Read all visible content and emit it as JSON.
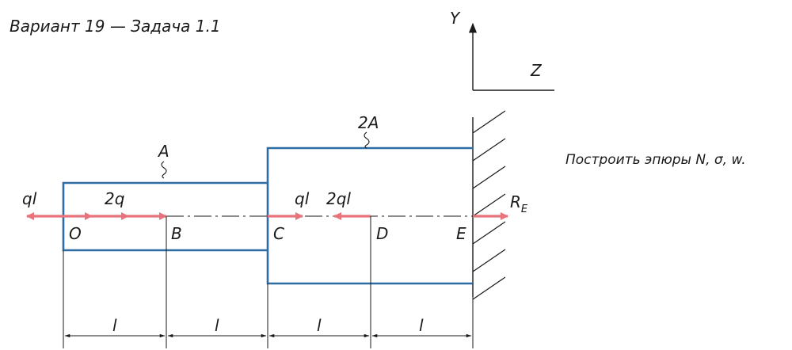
{
  "title": "Вариант 19 — Задача 1.1",
  "task": "Построить эпюры N, σ, w.",
  "axes": {
    "y": "Y",
    "z": "Z"
  },
  "areas": {
    "small": "A",
    "large": "2A"
  },
  "points": {
    "o": "O",
    "b": "B",
    "c": "C",
    "d": "D",
    "e": "E"
  },
  "loads": {
    "left_force": "ql",
    "distributed": "2q",
    "force_at_c": "ql",
    "force_at_d": "2ql",
    "reaction_main": "R",
    "reaction_sub": "E"
  },
  "dims": [
    "l",
    "l",
    "l",
    "l"
  ],
  "colors": {
    "beam": "#2e6da4",
    "load": "#e8737a",
    "line": "#1a1a1a"
  }
}
